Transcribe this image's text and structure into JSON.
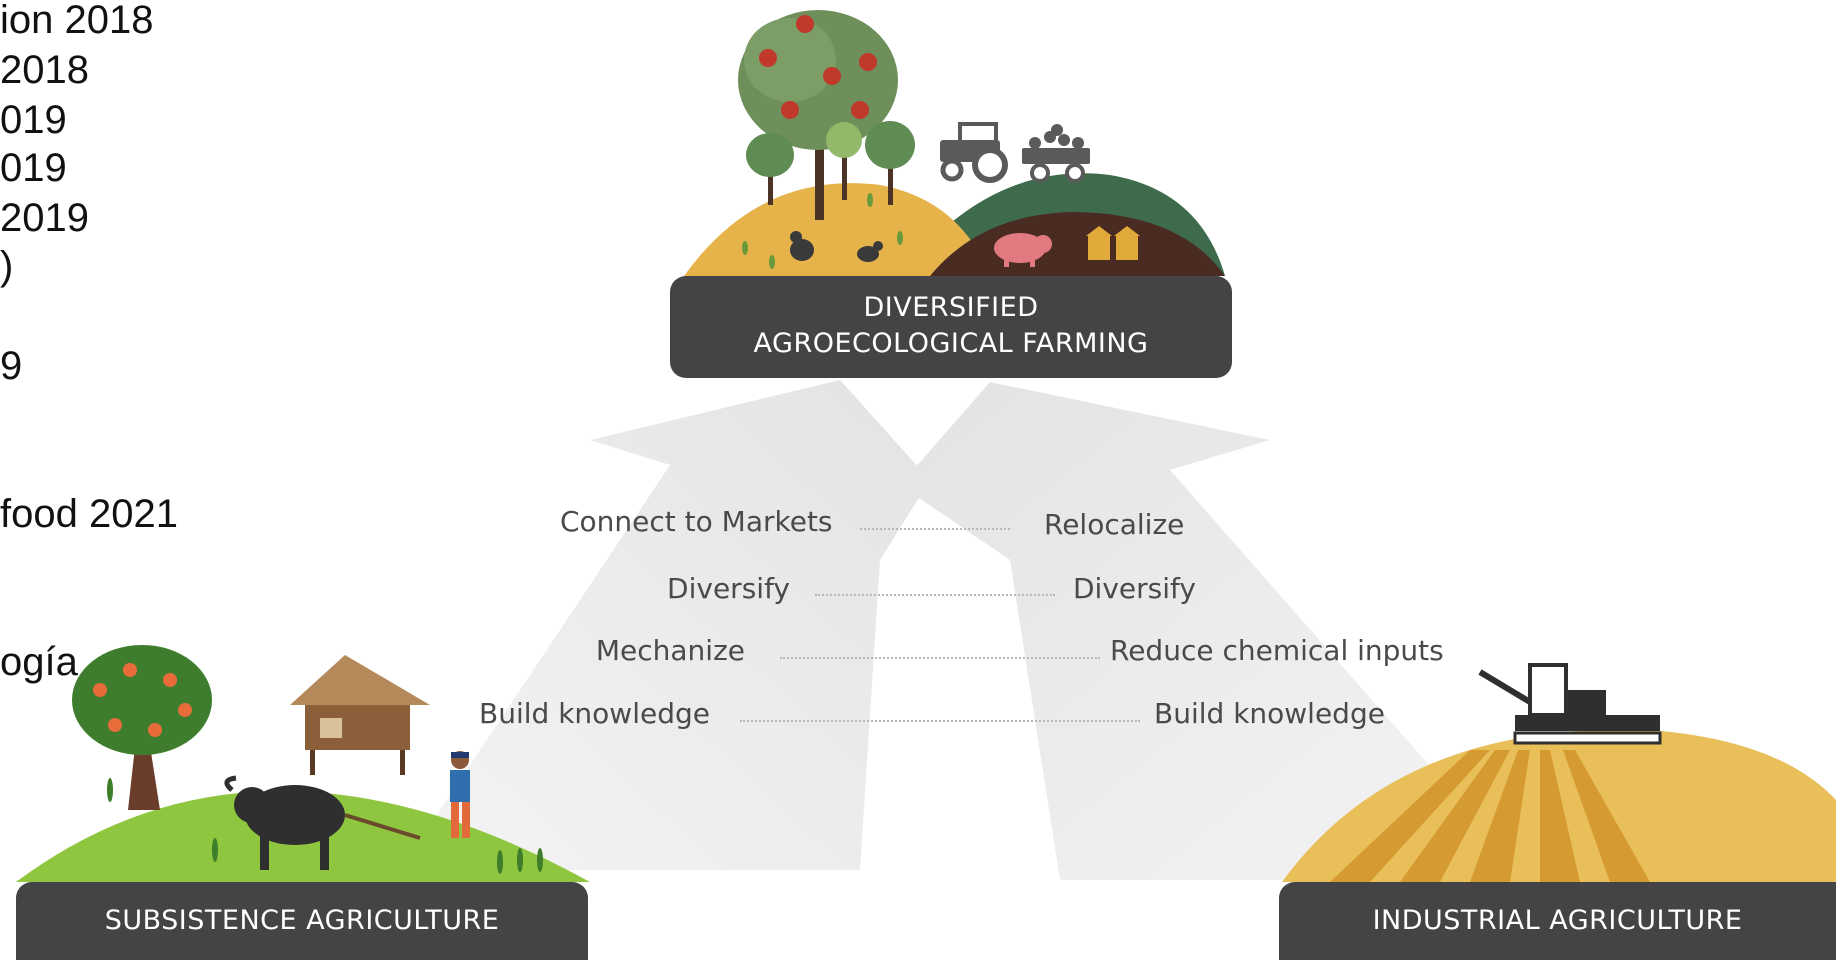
{
  "side_list": [
    "ion 2018",
    " 2018",
    "019",
    "019",
    "2019",
    ")",
    "9",
    "food 2021",
    "ogía"
  ],
  "top_banner": {
    "line1": "DIVERSIFIED",
    "line2": "AGROECOLOGICAL FARMING"
  },
  "left_banner": {
    "label": "SUBSISTENCE AGRICULTURE"
  },
  "right_banner": {
    "label": "INDUSTRIAL AGRICULTURE"
  },
  "left_path_steps": [
    "Connect to Markets",
    "Diversify",
    "Mechanize",
    "Build knowledge"
  ],
  "right_path_steps": [
    "Relocalize",
    "Diversify",
    "Reduce chemical inputs",
    "Build knowledge"
  ],
  "colors": {
    "banner": "#444446",
    "arrow": "#eaeaea",
    "grass_green": "#8ec63f",
    "dark_green_hill": "#3e6b4c",
    "mustard_hill": "#e6b34a",
    "brown_soil": "#4a2b22",
    "wheat": "#d8a93c"
  }
}
